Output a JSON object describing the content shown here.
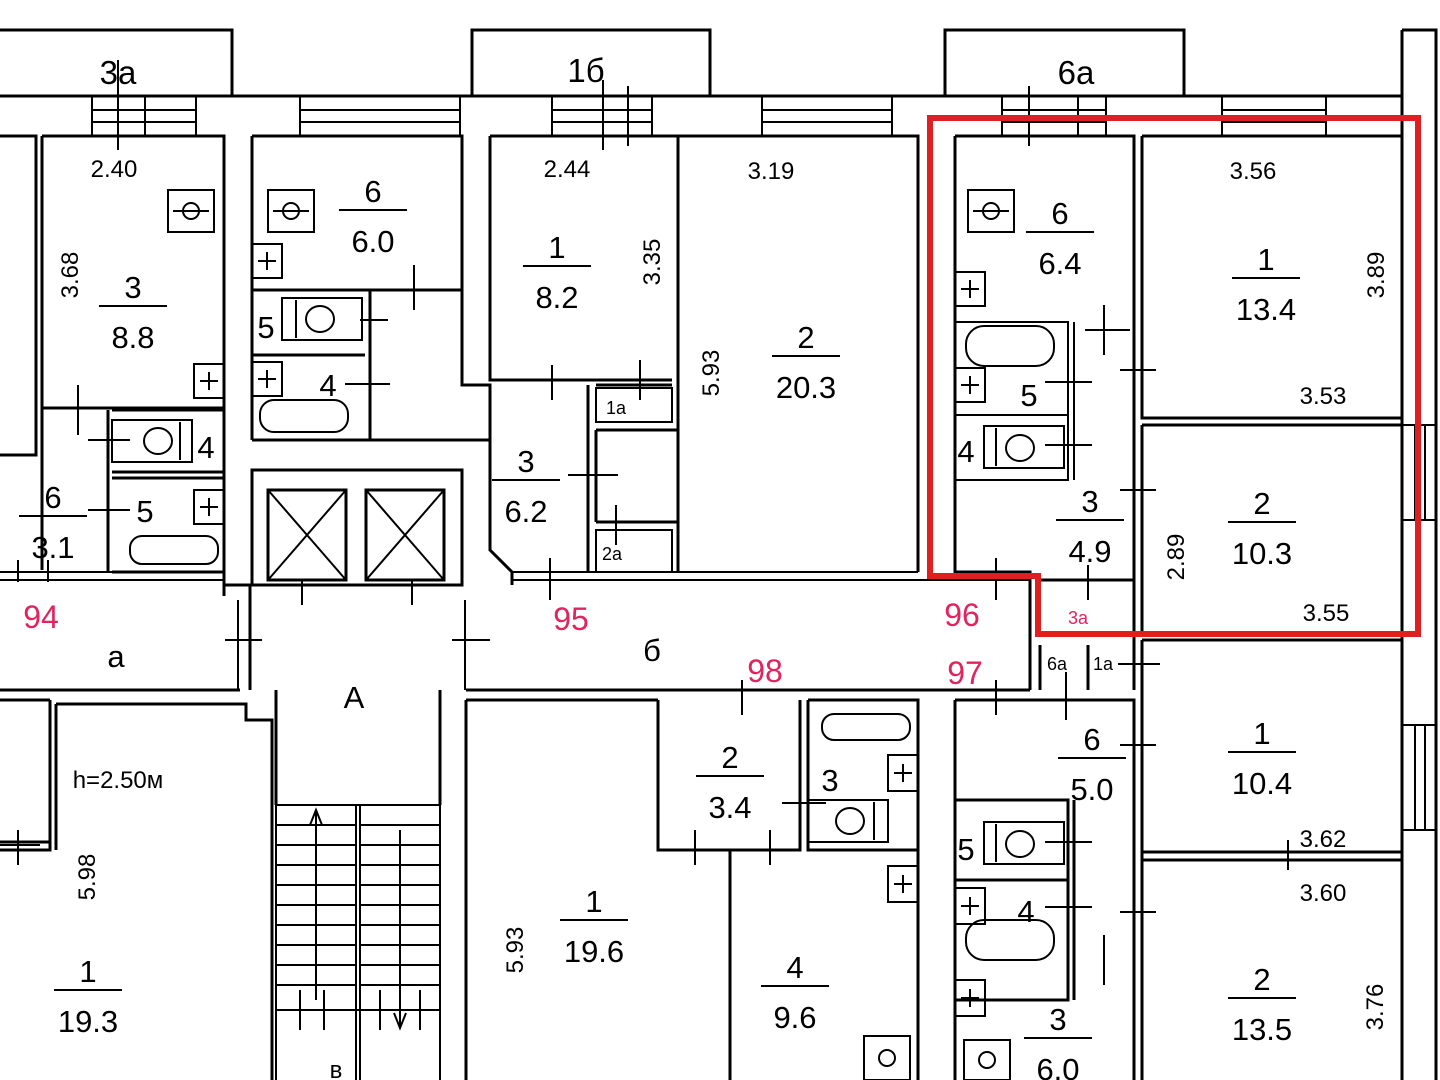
{
  "plan": {
    "headers": [
      "3а",
      "1б",
      "6а"
    ],
    "apartment_numbers": [
      "94",
      "95",
      "96",
      "97",
      "98"
    ],
    "corridors": [
      "а",
      "б",
      "А",
      "в"
    ],
    "ceiling_height": "h=2.50м",
    "highlight_color": "#e02020",
    "rooms": [
      {
        "n": "3",
        "area": "8.8"
      },
      {
        "n": "6",
        "area": "3.1"
      },
      {
        "n": "6",
        "area": "6.0"
      },
      {
        "n": "1",
        "area": "8.2"
      },
      {
        "n": "2",
        "area": "20.3"
      },
      {
        "n": "3",
        "area": "6.2"
      },
      {
        "n": "6",
        "area": "6.4"
      },
      {
        "n": "1",
        "area": "13.4"
      },
      {
        "n": "3",
        "area": "4.9"
      },
      {
        "n": "2",
        "area": "10.3"
      },
      {
        "n": "1",
        "area": "19.3"
      },
      {
        "n": "1",
        "area": "19.6"
      },
      {
        "n": "2",
        "area": "3.4"
      },
      {
        "n": "4",
        "area": "9.6"
      },
      {
        "n": "6",
        "area": "5.0"
      },
      {
        "n": "3",
        "area": "6.0"
      },
      {
        "n": "1",
        "area": "10.4"
      },
      {
        "n": "2",
        "area": "13.5"
      }
    ],
    "small_rooms": [
      "4",
      "5",
      "5",
      "4",
      "5",
      "4",
      "3",
      "5",
      "4",
      "1а",
      "2а",
      "3а",
      "6а",
      "1а"
    ],
    "dimensions": [
      "2.40",
      "3.68",
      "2.44",
      "3.35",
      "3.19",
      "5.93",
      "3.56",
      "3.89",
      "3.53",
      "2.89",
      "3.55",
      "5.98",
      "5.93",
      "3.62",
      "3.60",
      "3.76"
    ]
  }
}
